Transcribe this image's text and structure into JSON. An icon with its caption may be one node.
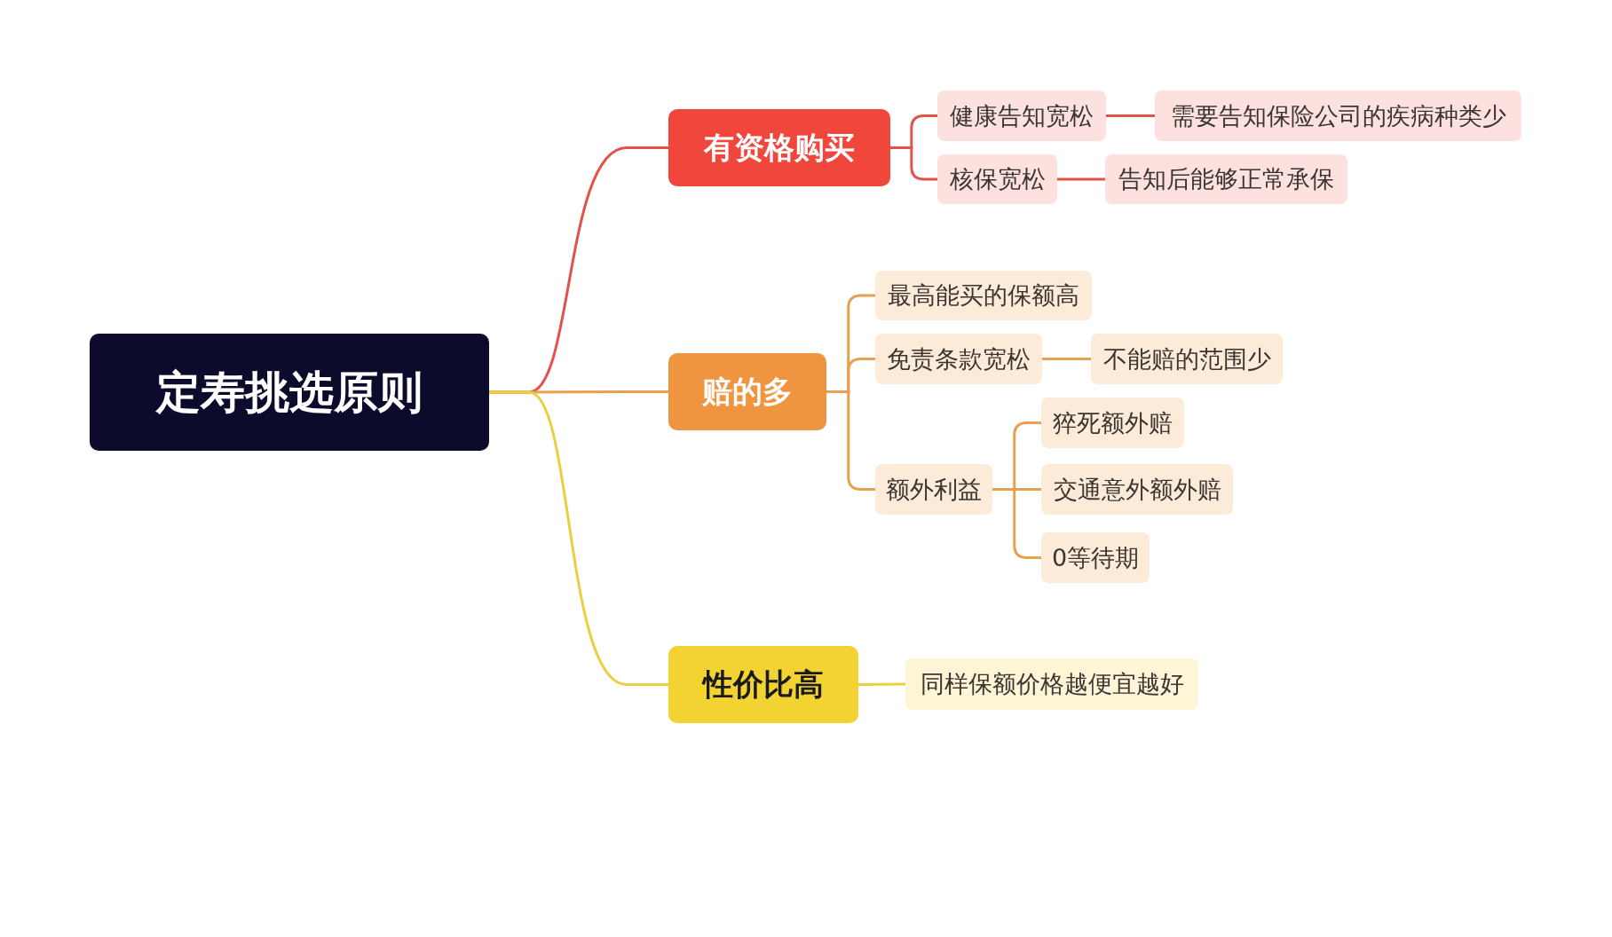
{
  "diagram": {
    "nodes": [
      {
        "text": [
          "定寿挑选原则"
        ]
      },
      {
        "text": [
          "有资格购买"
        ]
      },
      {
        "text": [
          "健康告知宽松"
        ]
      },
      {
        "text": [
          "需要告知保险公司的疾病种类少"
        ]
      },
      {
        "text": [
          "核保宽松"
        ]
      },
      {
        "text": [
          "告知后能够正常承保"
        ]
      },
      {
        "text": [
          "赔的多"
        ]
      },
      {
        "text": [
          "最高能买的保额高"
        ]
      },
      {
        "text": [
          "免责条款宽松"
        ]
      },
      {
        "text": [
          "不能赔的范围少"
        ]
      },
      {
        "text": [
          "额外利益"
        ]
      },
      {
        "text": [
          "猝死额外赔"
        ]
      },
      {
        "text": [
          "交通意外额外赔"
        ]
      },
      {
        "text": [
          "0等待期"
        ]
      },
      {
        "text": [
          "性价比高"
        ]
      },
      {
        "text": [
          "同样保额价格越便宜越好"
        ]
      }
    ],
    "edges": [
      {
        "from": 0,
        "to": 1,
        "arrow": "none",
        "color": "#e0524a"
      },
      {
        "from": 0,
        "to": 6,
        "arrow": "none",
        "color": "#e8a050"
      },
      {
        "from": 0,
        "to": 14,
        "arrow": "none",
        "color": "#e8d040"
      },
      {
        "from": 1,
        "to": 2,
        "arrow": "none",
        "color": "#e0524a"
      },
      {
        "from": 1,
        "to": 4,
        "arrow": "none",
        "color": "#e0524a"
      },
      {
        "from": 2,
        "to": 3,
        "arrow": "none",
        "color": "#e0524a"
      },
      {
        "from": 4,
        "to": 5,
        "arrow": "none",
        "color": "#e0524a"
      },
      {
        "from": 6,
        "to": 7,
        "arrow": "none",
        "color": "#e8a050"
      },
      {
        "from": 6,
        "to": 8,
        "arrow": "none",
        "color": "#e8a050"
      },
      {
        "from": 6,
        "to": 10,
        "arrow": "none",
        "color": "#e8a050"
      },
      {
        "from": 8,
        "to": 9,
        "arrow": "none",
        "color": "#e8a050"
      },
      {
        "from": 10,
        "to": 11,
        "arrow": "none",
        "color": "#e8a050"
      },
      {
        "from": 10,
        "to": 12,
        "arrow": "none",
        "color": "#e8a050"
      },
      {
        "from": 10,
        "to": 13,
        "arrow": "none",
        "color": "#e8a050"
      },
      {
        "from": 14,
        "to": 15,
        "arrow": "none",
        "color": "#e8d040"
      }
    ]
  }
}
